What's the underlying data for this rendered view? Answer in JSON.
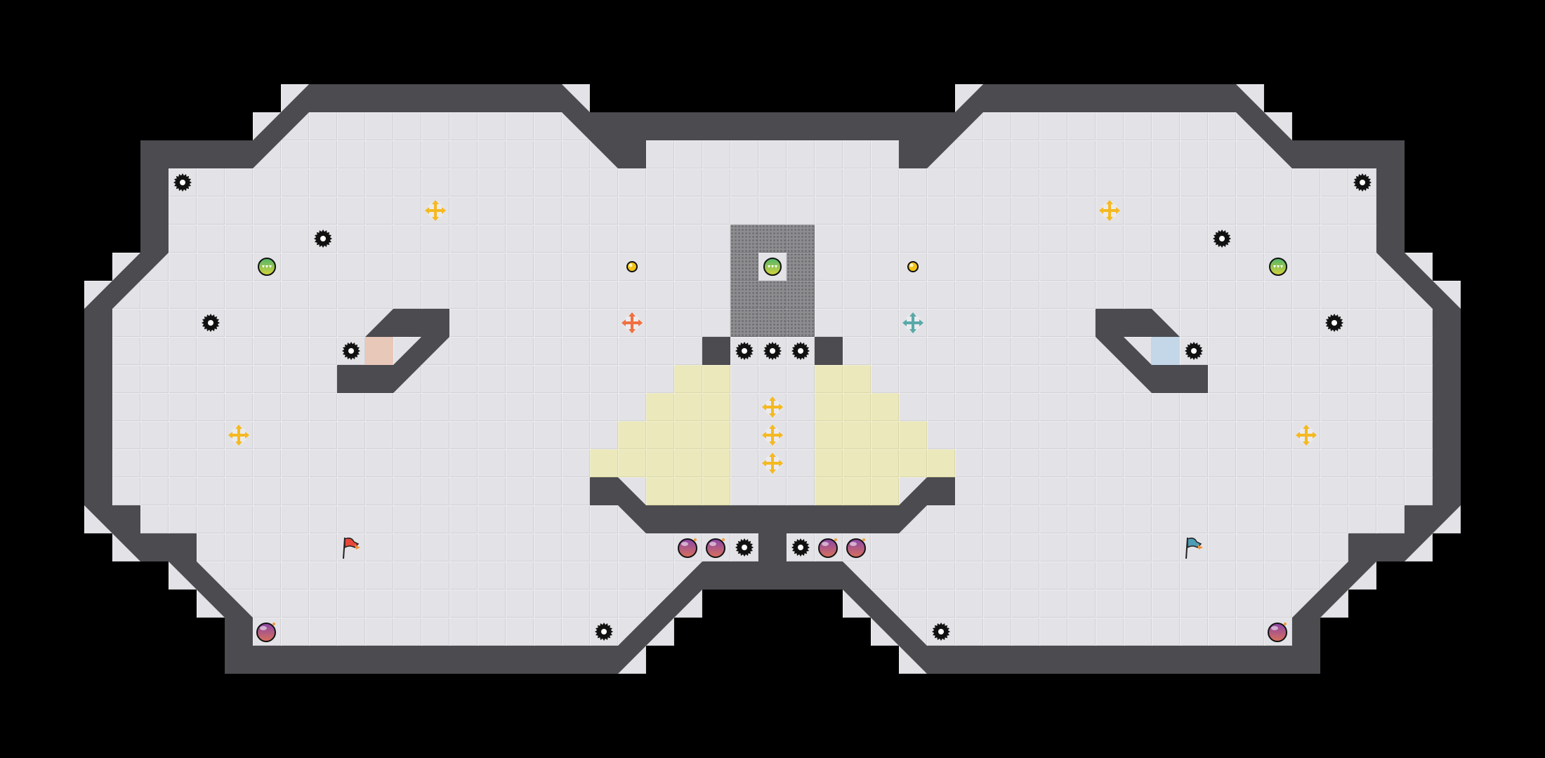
{
  "game": {
    "colors": {
      "background": "#000000",
      "floor": "#e3e3e7",
      "wall": "#4b4b50",
      "neutral_tile": "#ebe8bb",
      "red_tile": "#e8c8b9",
      "blue_tile": "#c4d7e8",
      "gate": "#8d8d90",
      "red_team": "#e8473a",
      "blue_team": "#4e9cb5",
      "boost_neutral": "#f5b921",
      "boost_red": "#f07040",
      "boost_blue": "#5aa9a9",
      "bomb": "#8e4a8e",
      "powerup": "#7cc45a",
      "button": "#f2c318"
    },
    "icons": [
      "spike-icon",
      "boost-icon",
      "red-boost-icon",
      "blue-boost-icon",
      "powerup-icon",
      "bomb-icon",
      "button-icon",
      "red-flag-icon",
      "blue-flag-icon",
      "gate-tile",
      "red-team-tile",
      "blue-team-tile",
      "neutral-team-tile"
    ]
  }
}
